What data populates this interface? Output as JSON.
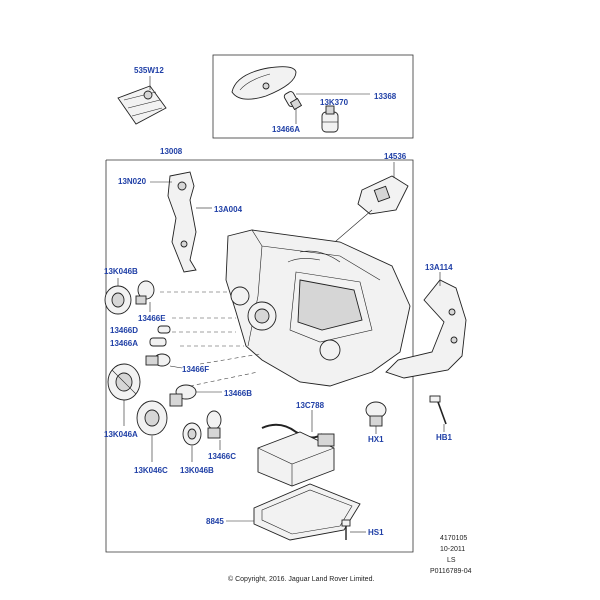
{
  "labels": {
    "p535W12": "535W12",
    "p13368": "13368",
    "p13K370": "13K370",
    "p13466A_top": "13466A",
    "p13008": "13008",
    "p14536": "14536",
    "p13N020": "13N020",
    "p13A004": "13A004",
    "p13K046B_top": "13K046B",
    "p13466E": "13466E",
    "p13466D": "13466D",
    "p13466A_mid": "13466A",
    "p13466F": "13466F",
    "p13466B": "13466B",
    "p13K046A": "13K046A",
    "p13K046C": "13K046C",
    "p13K046B_bot": "13K046B",
    "p13466C": "13466C",
    "p13C788": "13C788",
    "p13A114": "13A114",
    "pHX1": "HX1",
    "pHB1": "HB1",
    "p8845": "8845",
    "pHS1": "HS1"
  },
  "meta": {
    "line1": "4170105",
    "line2": "10-2011",
    "line3": "LS",
    "line4": "P0116789-04"
  },
  "copyright": "© Copyright, 2016. Jaguar Land Rover Limited."
}
